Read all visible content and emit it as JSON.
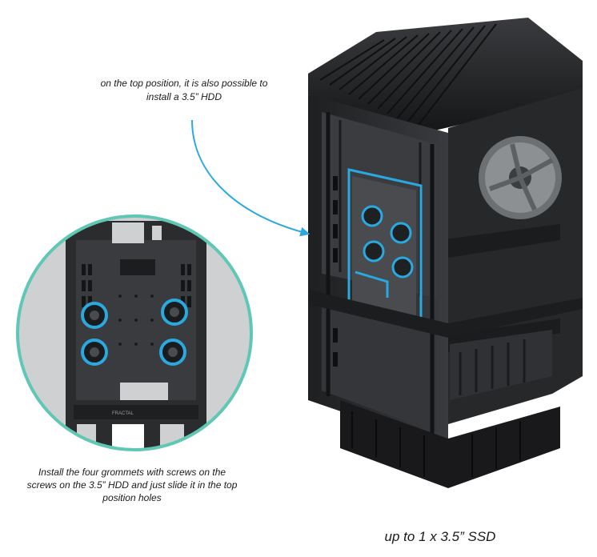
{
  "captions": {
    "top_note": "on the top position, it is also possible to install a 3.5” HDD",
    "bottom_note": "Install the four grommets with screws on the screws on the 3.5” HDD and just slide it in the top position holes",
    "capacity": "up to 1 x 3.5” SSD"
  },
  "zoom_panel": {
    "brand_label": "FRACTAL"
  },
  "colors": {
    "highlight": "#2aa8e0",
    "zoom_ring": "#5fc7b5",
    "chassis": "#2b2c2e",
    "chassis_dark": "#161718"
  },
  "icons": {
    "arrow": "curved-arrow-icon"
  }
}
